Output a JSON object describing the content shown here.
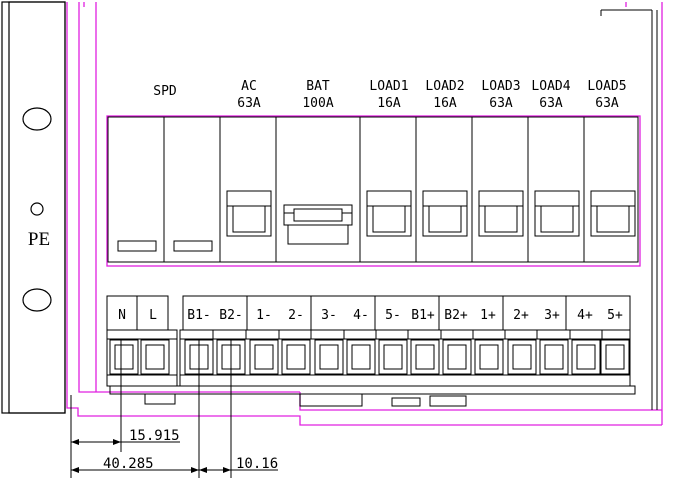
{
  "side_panel": {
    "ground_label": "PE"
  },
  "breakers": [
    {
      "id": "spd",
      "label": "SPD",
      "rating": ""
    },
    {
      "id": "ac",
      "label": "AC",
      "rating": "63A"
    },
    {
      "id": "bat",
      "label": "BAT",
      "rating": "100A"
    },
    {
      "id": "load1",
      "label": "LOAD1",
      "rating": "16A"
    },
    {
      "id": "load2",
      "label": "LOAD2",
      "rating": "16A"
    },
    {
      "id": "load3",
      "label": "LOAD3",
      "rating": "63A"
    },
    {
      "id": "load4",
      "label": "LOAD4",
      "rating": "63A"
    },
    {
      "id": "load5",
      "label": "LOAD5",
      "rating": "63A"
    }
  ],
  "terminals": [
    "N",
    "L",
    "B1-",
    "B2-",
    "1-",
    "2-",
    "3-",
    "4-",
    "5-",
    "B1+",
    "B2+",
    "1+",
    "2+",
    "3+",
    "4+",
    "5+"
  ],
  "dimensions": {
    "pitch_small": "15.915",
    "pitch_large": "40.285",
    "pitch_terminal": "10.16"
  },
  "colors": {
    "line": "#000000",
    "outline": "#e020e0"
  }
}
